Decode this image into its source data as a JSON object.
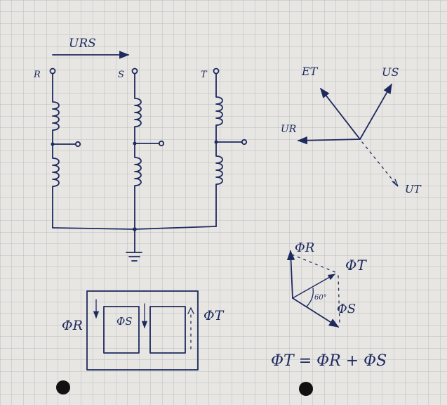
{
  "circuit": {
    "voltage_label": "URS",
    "terminals": [
      "R",
      "S",
      "T"
    ]
  },
  "voltage_phasors": {
    "e_t": "ET",
    "u_s": "US",
    "u_r": "UR",
    "u_t": "UT"
  },
  "flux_phasors": {
    "phi_r": "ΦR",
    "phi_t": "ΦT",
    "phi_s": "ΦS",
    "angle": "60°"
  },
  "core": {
    "phi_r": "ΦR",
    "phi_s": "ΦS",
    "phi_t": "ΦT"
  },
  "equation": "ΦT = ΦR + ΦS",
  "colors": {
    "paper": "#e8e6e3",
    "grid": "#b9bcc2",
    "ink": "#1d2a5e",
    "punch_hole": "#111111"
  }
}
